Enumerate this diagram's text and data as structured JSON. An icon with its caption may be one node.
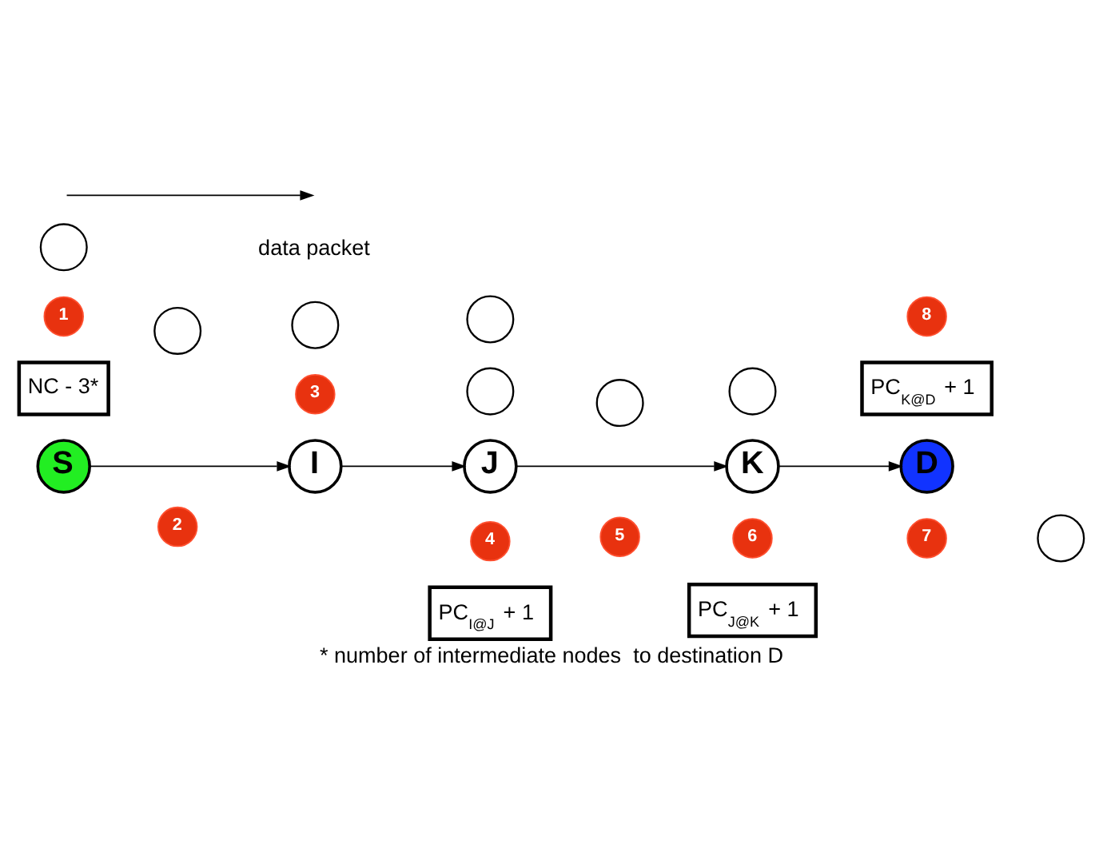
{
  "diagram": {
    "caption": "* number of intermediate nodes  to destination D",
    "nodes": [
      {
        "text": [
          "S"
        ]
      },
      {
        "text": [
          "I"
        ]
      },
      {
        "text": [
          "J"
        ]
      },
      {
        "text": [
          "K"
        ]
      },
      {
        "text": [
          "D"
        ]
      },
      {
        "text": [
          "1"
        ]
      },
      {
        "text": [
          "2"
        ]
      },
      {
        "text": [
          "3"
        ]
      },
      {
        "text": [
          "4"
        ]
      },
      {
        "text": [
          "5"
        ]
      },
      {
        "text": [
          "6"
        ]
      },
      {
        "text": [
          "7"
        ]
      },
      {
        "text": [
          "8"
        ]
      },
      {
        "text": [
          "NC - 3*"
        ]
      },
      {
        "text": [
          "PC$_{I@J}$ + 1"
        ]
      },
      {
        "text": [
          "PC$_{J@K}$ + 1"
        ]
      },
      {
        "text": [
          "PC$_{K@D}$ + 1"
        ]
      },
      {
        "text": [],
        "shape": "circle"
      },
      {
        "text": [],
        "shape": "circle"
      },
      {
        "text": [],
        "shape": "circle"
      },
      {
        "text": [],
        "shape": "circle"
      },
      {
        "text": [],
        "shape": "circle"
      },
      {
        "text": [],
        "shape": "circle"
      },
      {
        "text": [],
        "shape": "circle"
      },
      {
        "text": [],
        "shape": "circle"
      }
    ],
    "edges": [
      {
        "from": 0,
        "to": 1,
        "arrow": "to"
      },
      {
        "from": 1,
        "to": 2,
        "arrow": "to"
      },
      {
        "from": 2,
        "to": 3,
        "arrow": "to"
      },
      {
        "from": 3,
        "to": 4,
        "arrow": "to"
      }
    ],
    "legend": [
      {
        "text": "data packet"
      }
    ]
  }
}
